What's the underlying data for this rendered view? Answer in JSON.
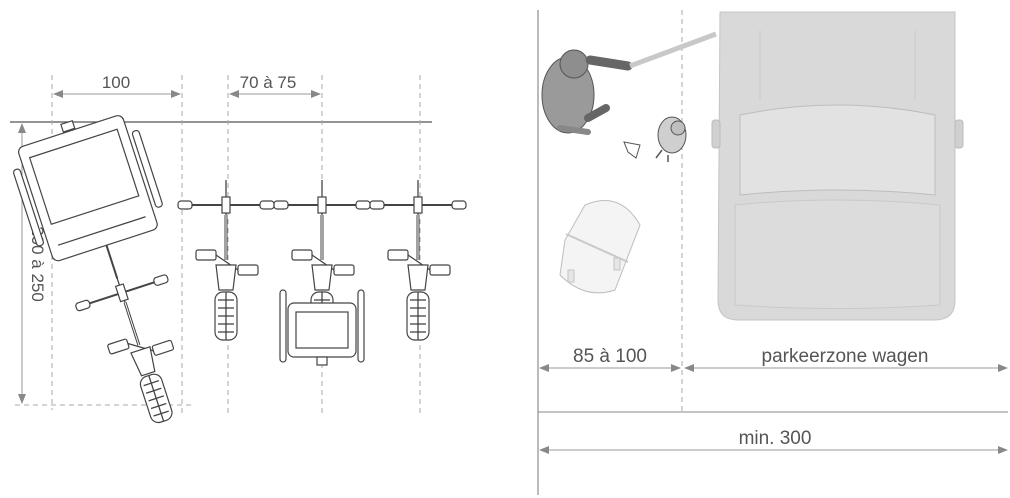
{
  "left_panel": {
    "dim_width_first": "100",
    "dim_width_spacing": "70 à 75",
    "dim_length": "200 à 250"
  },
  "right_panel": {
    "dim_sidewalk": "85 à 100",
    "label_parking": "parkeerzone wagen",
    "dim_total": "min. 300"
  },
  "colors": {
    "line": "#444444",
    "dimension": "#9a9a9a",
    "car_fill": "#d9d9d9",
    "person_fill": "#9a9a9a"
  }
}
